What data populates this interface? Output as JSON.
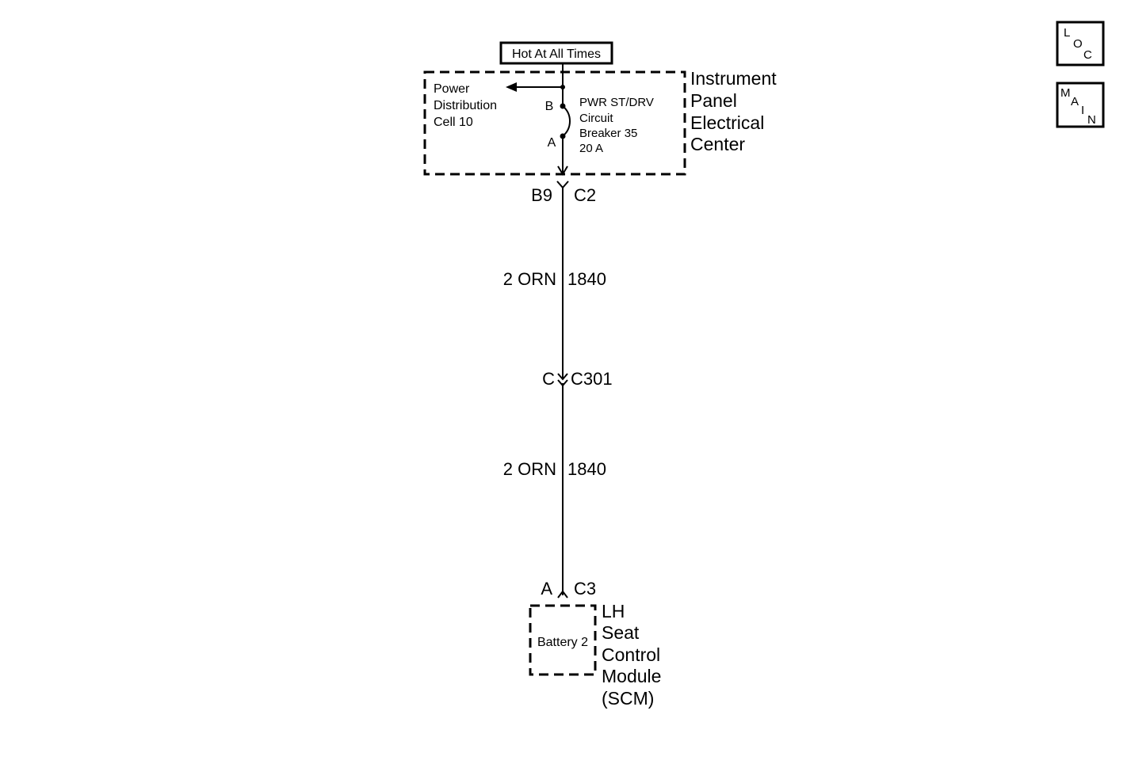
{
  "supply": {
    "label": "Hot At All Times"
  },
  "ipec": {
    "name_lines": [
      "Instrument",
      "Panel",
      "Electrical",
      "Center"
    ],
    "power_distribution_lines": [
      "Power",
      "Distribution",
      "Cell 10"
    ],
    "breaker_lines": [
      "PWR ST/DRV",
      "Circuit",
      "Breaker 35",
      "20 A"
    ],
    "terminal_b": "B",
    "terminal_a": "A"
  },
  "connectors": {
    "top": {
      "pin": "B9",
      "name": "C2"
    },
    "inline": {
      "pin": "C",
      "name": "C301"
    },
    "bottom": {
      "pin": "A",
      "name": "C3"
    }
  },
  "wires": [
    {
      "gauge_color": "2 ORN",
      "circuit": "1840"
    },
    {
      "gauge_color": "2 ORN",
      "circuit": "1840"
    }
  ],
  "module": {
    "inner_label": "Battery 2",
    "name_lines": [
      "LH",
      "Seat",
      "Control",
      "Module",
      "(SCM)"
    ]
  },
  "nav": {
    "loc": [
      "L",
      "O",
      "C"
    ],
    "main": [
      "M",
      "A",
      "I",
      "N"
    ]
  }
}
